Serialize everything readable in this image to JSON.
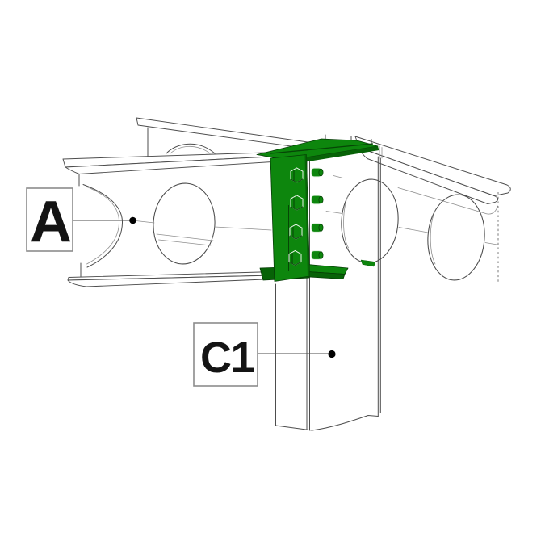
{
  "diagram": {
    "type": "structural-connection-detail",
    "labels": {
      "beam_a": {
        "text": "A"
      },
      "column_c1": {
        "text": "C1"
      }
    },
    "parts": {
      "bolt_count": 4,
      "beam_a_web_openings_visible": 2,
      "right_beam_web_openings_visible": 2
    },
    "colors": {
      "connection_green": "#0d860d",
      "connection_green_dark": "#076207",
      "drawing_line": "#4d4d4d",
      "label_text": "#141414",
      "background": "#ffffff"
    }
  }
}
